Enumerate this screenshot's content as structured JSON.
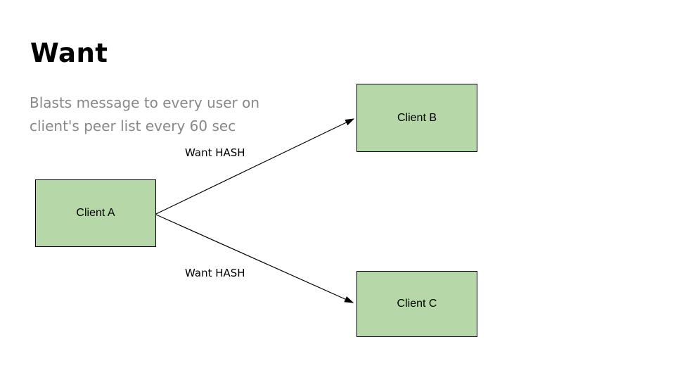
{
  "slide": {
    "title": "Want",
    "subtitle_lines": [
      "Blasts message to every user on",
      "client's peer list every 60 sec"
    ]
  },
  "diagram": {
    "nodes": [
      {
        "id": "client-a",
        "label": "Client A"
      },
      {
        "id": "client-b",
        "label": "Client B"
      },
      {
        "id": "client-c",
        "label": "Client C"
      }
    ],
    "edges": [
      {
        "from": "client-a",
        "to": "client-b",
        "label": "Want HASH"
      },
      {
        "from": "client-a",
        "to": "client-c",
        "label": "Want HASH"
      }
    ],
    "colors": {
      "node_fill": "#b6d7a8",
      "node_border": "#000000",
      "arrow_color": "#000000",
      "subtitle_color": "#888888"
    }
  }
}
